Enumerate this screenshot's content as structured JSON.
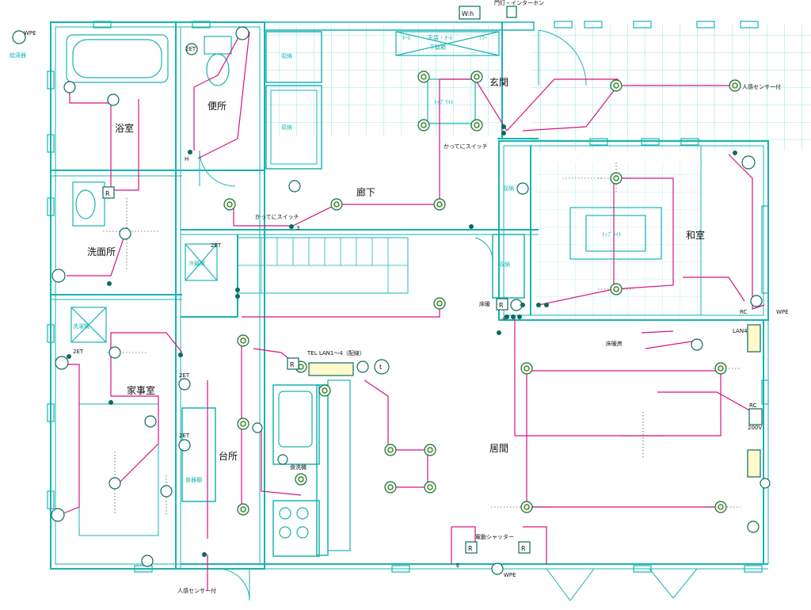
{
  "colors": {
    "wall": "#19b3b3",
    "wiring": "#d9157f",
    "device": "#0b6b5f",
    "grid": "#7fe0e0",
    "text": "#111111"
  },
  "rooms": {
    "bath": "浴室",
    "toilet": "便所",
    "entrance": "玄関",
    "hallway": "廊下",
    "washroom": "洗面所",
    "japanese_room": "和室",
    "utility_room": "家事室",
    "kitchen": "台所",
    "living": "居間"
  },
  "fixtures": {
    "storage_1": "収納",
    "storage_2": "収納",
    "storage_3": "収納",
    "storage_4": "収納",
    "shoe_cabinet": "下駄箱",
    "fridge": "冷蔵庫",
    "laundry_machine": "洗濯機",
    "cupboard": "食器棚",
    "top_light_1": "ﾄｯﾌﾟﾗｲﾄ",
    "top_light_2": "ﾄｯﾌﾟﾗｲﾄ",
    "mirror": "ﾐﾗｰ",
    "hall_stand": "ﾎｰﾙ",
    "entrance_combo": "天袋・ｵｰﾙ"
  },
  "annotations": {
    "wh": "W:h",
    "gate_intercom": "門灯・インターホン",
    "motion_sensor_top": "人感センサー付",
    "motion_sensor_bottom": "人感センサー付",
    "auto_switch_1": "かってにスイッチ",
    "auto_switch_2": "かってにスイッチ",
    "tel_lan": "TEL LAN1～4（配線）",
    "floor_heating_label": "床暖",
    "floor_heating_area": "床暖房",
    "dishwasher": "食洗機",
    "electric_shutter": "電動シャッター",
    "lan4": "LAN4",
    "rc_1": "RC",
    "rc_2": "RC",
    "v200": "200V",
    "wpe_1": "WPE",
    "wpe_2": "WPE",
    "wpe_3": "WPE",
    "water_heater": "給湯器",
    "remote_r": "R",
    "two_et_1": "2ET",
    "two_et_2": "2ET",
    "two_et_3": "2ET",
    "two_et_4": "2ET",
    "two_et_5": "2ET",
    "h": "H",
    "e": "E",
    "t": "t",
    "n3": "3",
    "n4": "4"
  }
}
